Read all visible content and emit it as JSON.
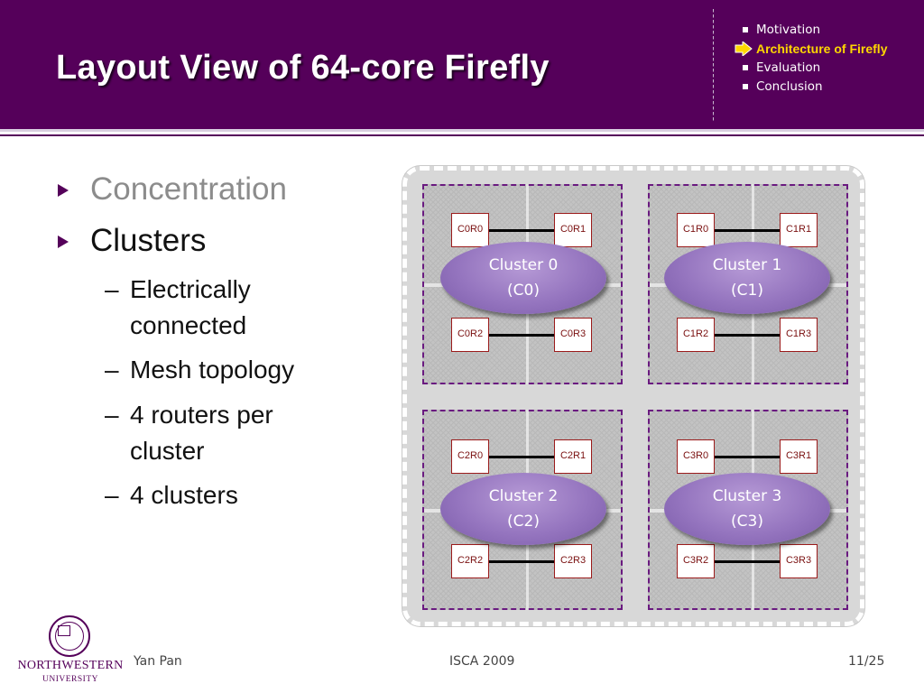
{
  "slide": {
    "title": "Layout View of 64-core Firefly"
  },
  "agenda": {
    "items": [
      {
        "label": "Motivation",
        "active": false
      },
      {
        "label": "Architecture of Firefly",
        "active": true
      },
      {
        "label": "Evaluation",
        "active": false
      },
      {
        "label": "Conclusion",
        "active": false
      }
    ],
    "active_color": "#ffd700"
  },
  "bullets": {
    "level1": [
      {
        "label": "Concentration",
        "style": "grey"
      },
      {
        "label": "Clusters",
        "style": "dark"
      }
    ],
    "dash": "–",
    "level2": [
      {
        "label": "Electrically connected"
      },
      {
        "label": "Mesh topology"
      },
      {
        "label": "4 routers per cluster"
      },
      {
        "label": "4 clusters"
      }
    ]
  },
  "diagram": {
    "clusters": [
      {
        "name": "Cluster 0",
        "id": "(C0)",
        "routers": [
          "C0R0",
          "C0R1",
          "C0R2",
          "C0R3"
        ]
      },
      {
        "name": "Cluster 1",
        "id": "(C1)",
        "routers": [
          "C1R0",
          "C1R1",
          "C1R2",
          "C1R3"
        ]
      },
      {
        "name": "Cluster 2",
        "id": "(C2)",
        "routers": [
          "C2R0",
          "C2R1",
          "C2R2",
          "C2R3"
        ]
      },
      {
        "name": "Cluster 3",
        "id": "(C3)",
        "routers": [
          "C3R0",
          "C3R1",
          "C3R2",
          "C3R3"
        ]
      }
    ],
    "ellipse_color": "#9575bf",
    "router_border_color": "#9b1b1b"
  },
  "footer": {
    "author": "Yan Pan",
    "venue": "ISCA 2009",
    "page": "11/25",
    "logo": {
      "name": "NORTHWESTERN",
      "sub": "UNIVERSITY",
      "icon": "university-seal-icon"
    }
  },
  "colors": {
    "brand_purple": "#55005a"
  }
}
